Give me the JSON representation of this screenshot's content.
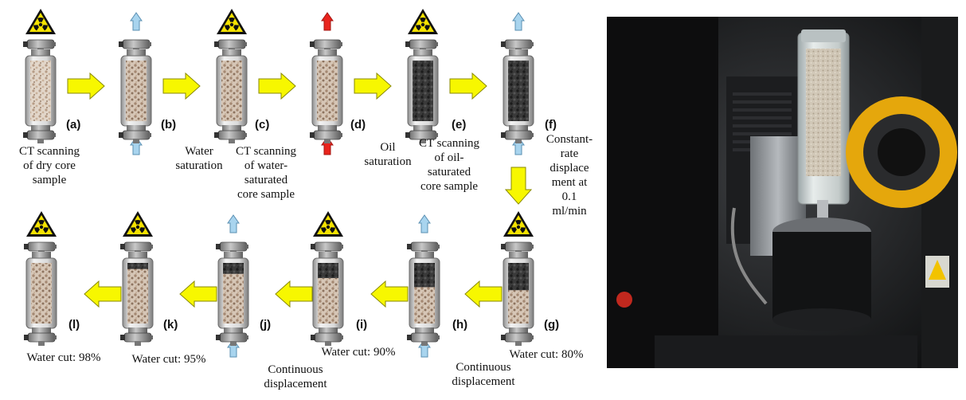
{
  "steps": [
    {
      "label": "(a)",
      "caption": [
        "CT scanning",
        "of dry core",
        "sample"
      ]
    },
    {
      "label": "(b)",
      "caption": [
        "Water",
        "saturation"
      ]
    },
    {
      "label": "(c)",
      "caption": [
        "CT scanning",
        "of water-",
        "saturated",
        "core sample"
      ]
    },
    {
      "label": "(d)",
      "caption": [
        "Oil",
        "saturation"
      ]
    },
    {
      "label": "(e)",
      "caption": [
        "CT scanning",
        "of oil-",
        "saturated",
        "core sample"
      ]
    },
    {
      "label": "(f)",
      "caption": [
        "Constant-",
        "rate",
        "displace",
        "ment at",
        "0.1",
        "ml/min"
      ]
    },
    {
      "label": "(g)",
      "caption": [
        "Water cut: 80%"
      ]
    },
    {
      "label": "(h)",
      "caption": [
        "Continuous",
        "displacement"
      ]
    },
    {
      "label": "(i)",
      "caption": [
        "Water cut: 90%"
      ]
    },
    {
      "label": "(j)",
      "caption": [
        "Continuous",
        "displacement"
      ]
    },
    {
      "label": "(k)",
      "caption": [
        "Water cut: 95%"
      ]
    },
    {
      "label": "(l)",
      "caption": [
        "Water cut: 98%"
      ]
    }
  ],
  "icons": {
    "radiation": "radiation-warning-icon",
    "flow_water": "water-flow-arrow-icon",
    "flow_oil": "oil-flow-arrow-icon",
    "process_arrow": "yellow-process-arrow-icon"
  },
  "colors": {
    "process_arrow": "#f7f700",
    "water_arrow": "#a8d4ee",
    "oil_arrow": "#e8231c",
    "radiation": "#f4e200",
    "dry_core": "#d7c8b8",
    "oil_core": "#2e2e2e"
  }
}
